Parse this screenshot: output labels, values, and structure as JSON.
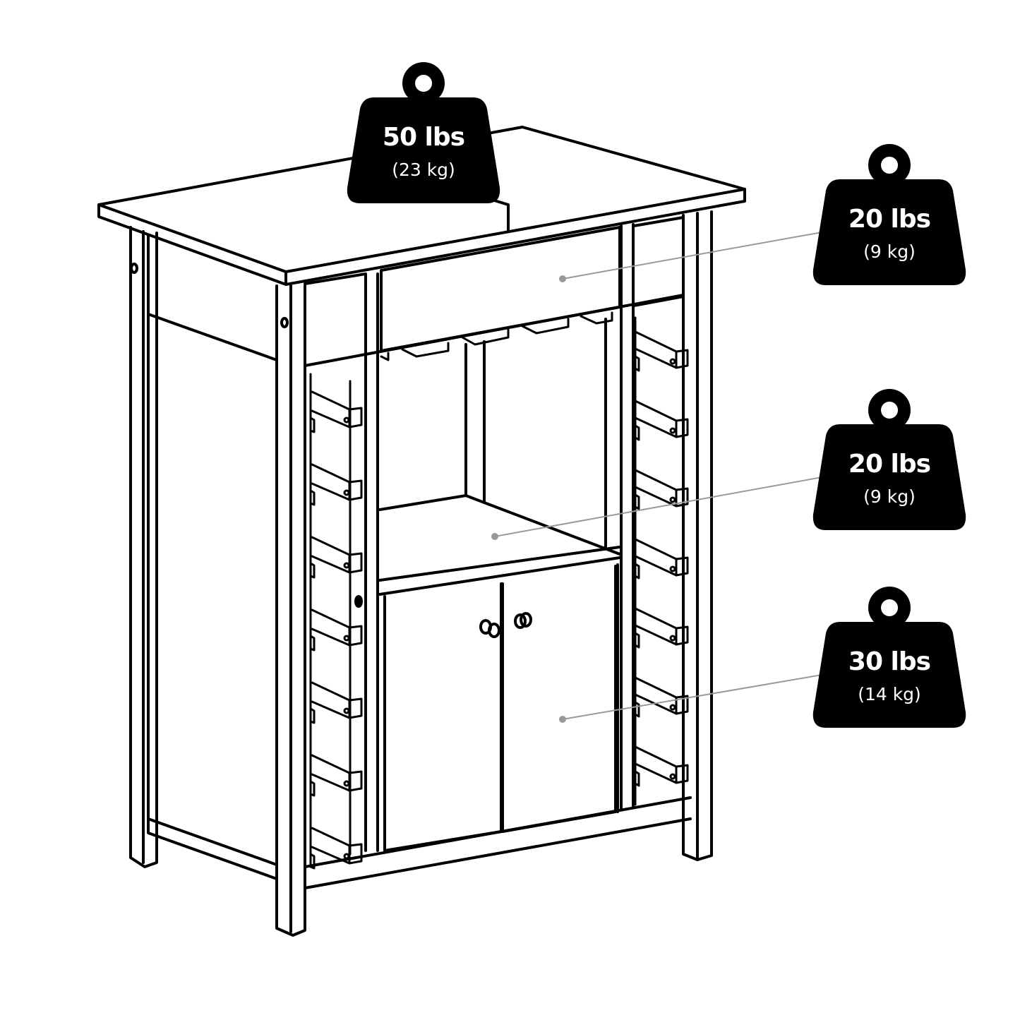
{
  "diagram": {
    "subject": "wine cabinet with flip-top, drawer, stemware rack, open shelf, two-door cabinet and side wine-bottle rails",
    "colors": {
      "line": "#000000",
      "leader": "#999999",
      "weight_fill": "#000000",
      "weight_text": "#ffffff",
      "background": "#ffffff"
    }
  },
  "weights": [
    {
      "id": "top",
      "lbs": "50 lbs",
      "kg": "(23 kg)",
      "target": "tabletop"
    },
    {
      "id": "drawer",
      "lbs": "20 lbs",
      "kg": "(9 kg)",
      "target": "drawer"
    },
    {
      "id": "shelf",
      "lbs": "20 lbs",
      "kg": "(9 kg)",
      "target": "open shelf"
    },
    {
      "id": "cabinet",
      "lbs": "30 lbs",
      "kg": "(14 kg)",
      "target": "cabinet"
    }
  ]
}
